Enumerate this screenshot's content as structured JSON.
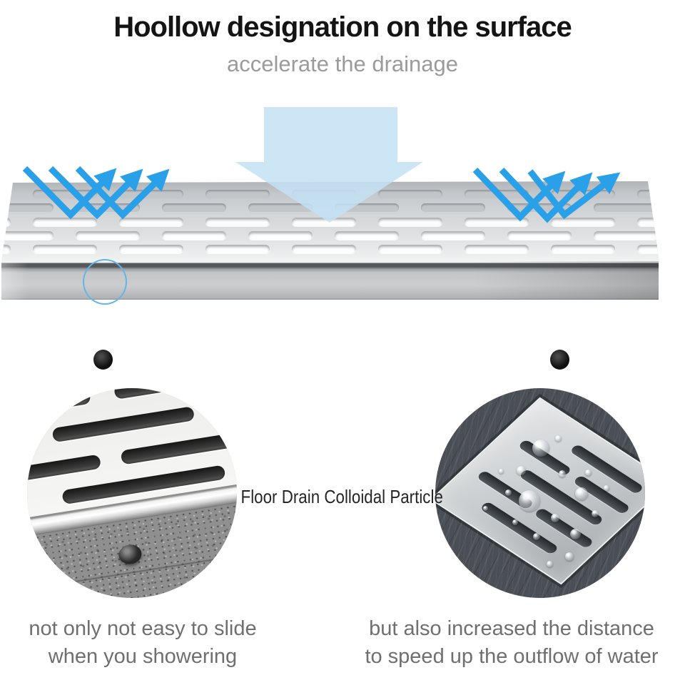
{
  "header": {
    "title": "Hoollow designation on the surface",
    "subtitle": "accelerate the drainage"
  },
  "diagram": {
    "arrow_blue": "#2aa0e8",
    "downflow_fill": "#c3e2f5",
    "highlight_ring_blue": "#66b4e6",
    "metal_light": "#e7e9ea",
    "metal_dark": "#9ea1a4"
  },
  "insets": {
    "center_label": "Floor Drain Colloidal Particle"
  },
  "captions": {
    "left_line1": "not only not easy to slide",
    "left_line2": "when you showering",
    "right_line1": "but also increased the distance",
    "right_line2": "to speed up the outflow of water"
  }
}
